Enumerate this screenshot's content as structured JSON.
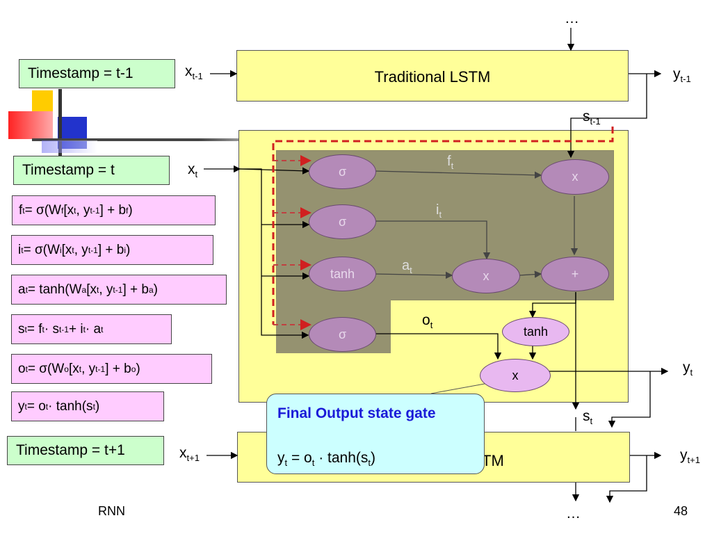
{
  "timestamps": [
    "Timestamp = t-1",
    "Timestamp = t",
    "Timestamp = t+1"
  ],
  "lstm_boxes": {
    "top": "Traditional LSTM",
    "bottom_suffix": "TM"
  },
  "ellipsis": "…",
  "equations": {
    "f": [
      "f",
      "t",
      " = σ(W",
      "f",
      " [x",
      "t",
      ", y",
      "t-1",
      "] + b",
      "f",
      ")"
    ],
    "i": [
      "i",
      "t",
      " = σ(W",
      "i",
      " [x",
      "t",
      ", y",
      "t-1",
      "] + b",
      "i",
      ")"
    ],
    "a": [
      "a",
      "t",
      " = tanh(W",
      "a",
      " [x",
      "t",
      ", y",
      "t-1",
      "] + b",
      "a",
      ")"
    ],
    "s": [
      "s",
      "t",
      " = f",
      "t",
      " · s",
      "t-1",
      " + i",
      "t",
      " · a",
      "t",
      ""
    ],
    "o": [
      "o",
      "t",
      " = σ(W",
      "o",
      " [x",
      "t",
      ", y",
      "t-1",
      "] + b",
      "o",
      ")"
    ],
    "y": [
      "y",
      "t",
      " = o",
      "t",
      " · tanh(s",
      "t",
      ")"
    ]
  },
  "inputs": {
    "x_prev": [
      "x",
      "t-1"
    ],
    "x_cur": [
      "x",
      "t"
    ],
    "x_next": [
      "x",
      "t+1"
    ]
  },
  "outputs": {
    "y_prev": [
      "y",
      "t-1"
    ],
    "y_cur": [
      "y",
      "t"
    ],
    "y_next": [
      "y",
      "t+1"
    ],
    "s_prev": [
      "s",
      "t-1"
    ],
    "s_cur": [
      "s",
      "t"
    ]
  },
  "gate_labels": {
    "f": [
      "f",
      "t"
    ],
    "i": [
      "i",
      "t"
    ],
    "a": [
      "a",
      "t"
    ],
    "o": [
      "o",
      "t"
    ]
  },
  "nodes": {
    "sigma": "σ",
    "tanh": "tanh",
    "mul": "x",
    "add": "+"
  },
  "callout": {
    "title": "Final Output state gate",
    "eq": [
      "y",
      "t",
      " = o",
      "t",
      " · tanh(s",
      "t",
      ")"
    ]
  },
  "footer": {
    "left": "RNN",
    "page": "48"
  }
}
